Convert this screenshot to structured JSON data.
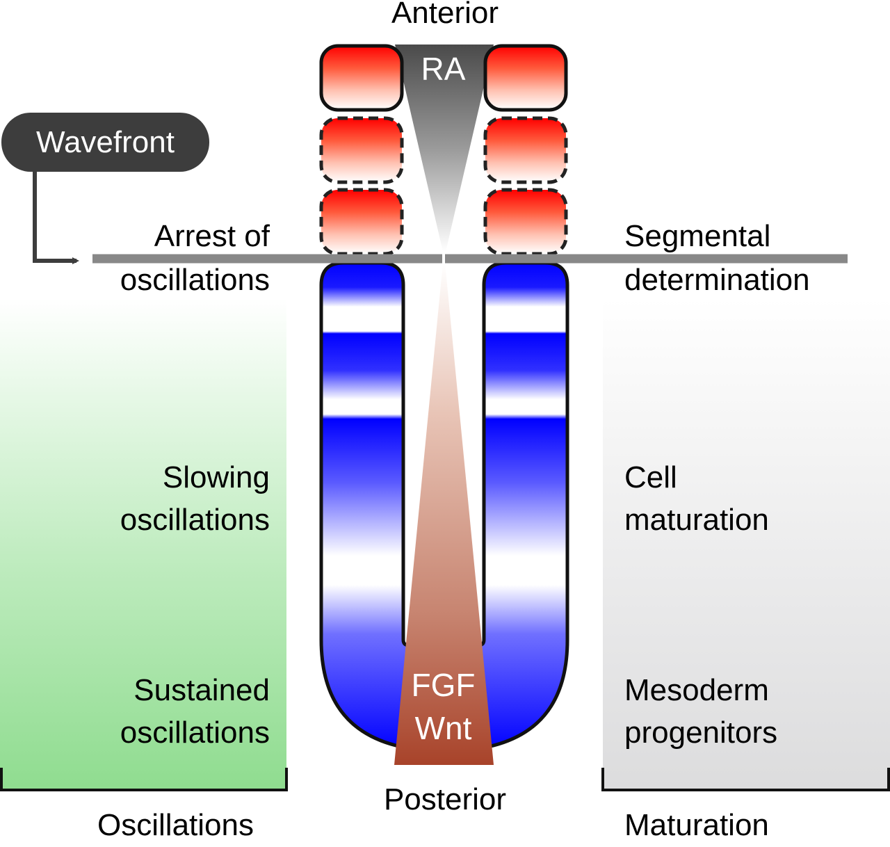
{
  "axis": {
    "anterior": "Anterior",
    "posterior": "Posterior"
  },
  "signals": {
    "ra": "RA",
    "fgf": "FGF",
    "wnt": "Wnt"
  },
  "wavefront": {
    "label": "Wavefront"
  },
  "left_labels": {
    "arrest_line1": "Arrest of",
    "arrest_line2": "oscillations",
    "slowing_line1": "Slowing",
    "slowing_line2": "oscillations",
    "sustained_line1": "Sustained",
    "sustained_line2": "oscillations",
    "bracket_label": "Oscillations"
  },
  "right_labels": {
    "segmental_line1": "Segmental",
    "segmental_line2": "determination",
    "cell_line1": "Cell",
    "cell_line2": "maturation",
    "mesoderm_line1": "Mesoderm",
    "mesoderm_line2": "progenitors",
    "bracket_label": "Maturation"
  },
  "colors": {
    "somite_red": "#ff0000",
    "psm_blue": "#0000ff",
    "ra_gray": "#555555",
    "fgf_brown": "#a8432a",
    "oscillation_green": "#8fdc8f",
    "maturation_gray": "#dcdcdd",
    "determination_front": "#888888",
    "wavefront_dark": "#3d3d3d"
  }
}
